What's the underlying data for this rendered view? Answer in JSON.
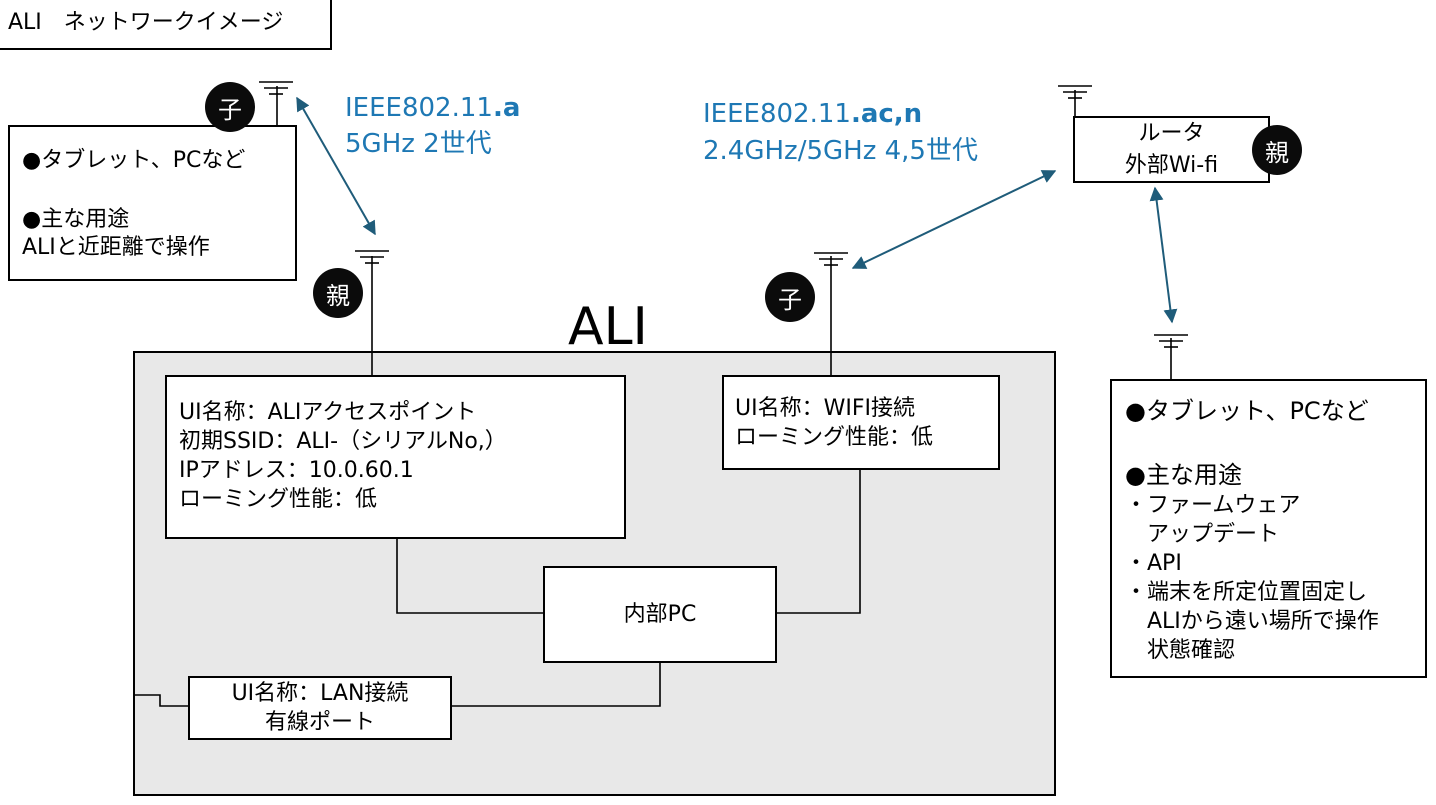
{
  "title": "ALI　ネットワークイメージ",
  "ali_label": "ALI",
  "left_device": {
    "role": "子",
    "lines": [
      "●タブレット、PCなど",
      "",
      "●主な用途",
      "ALIと近距離で操作"
    ]
  },
  "left_protocol": {
    "main": "IEEE802.11",
    "bold": ".a",
    "band": "5GHz 2世代"
  },
  "right_protocol": {
    "main": "IEEE802.11",
    "bold": ".ac,n",
    "band": "2.4GHz/5GHz 4,5世代"
  },
  "router": {
    "role": "親",
    "lines": [
      "ルータ",
      "外部Wi-fi"
    ]
  },
  "access_point": {
    "role": "親",
    "lines": [
      "UI名称：ALIアクセスポイント",
      "初期SSID：ALI-（シリアルNo,）",
      "IPアドレス：10.0.60.1",
      "ローミング性能：低"
    ]
  },
  "wifi": {
    "role": "子",
    "lines": [
      "UI名称：WIFI接続",
      "ローミング性能：低"
    ]
  },
  "internal_pc": {
    "label": "内部PC"
  },
  "lan": {
    "lines": [
      "UI名称：LAN接続",
      "有線ポート"
    ]
  },
  "right_device": {
    "lines": [
      "●タブレット、PCなど",
      "",
      "●主な用途",
      "・ファームウェア",
      "　アップデート",
      "・API",
      "・端末を所定位置固定し",
      "　ALIから遠い場所で操作",
      "　状態確認"
    ]
  },
  "colors": {
    "protocol_text": "#1e78b4",
    "arrow": "#1f5c7a",
    "ali_background": "#e8e8e8",
    "badge": "#0b0b0b"
  }
}
